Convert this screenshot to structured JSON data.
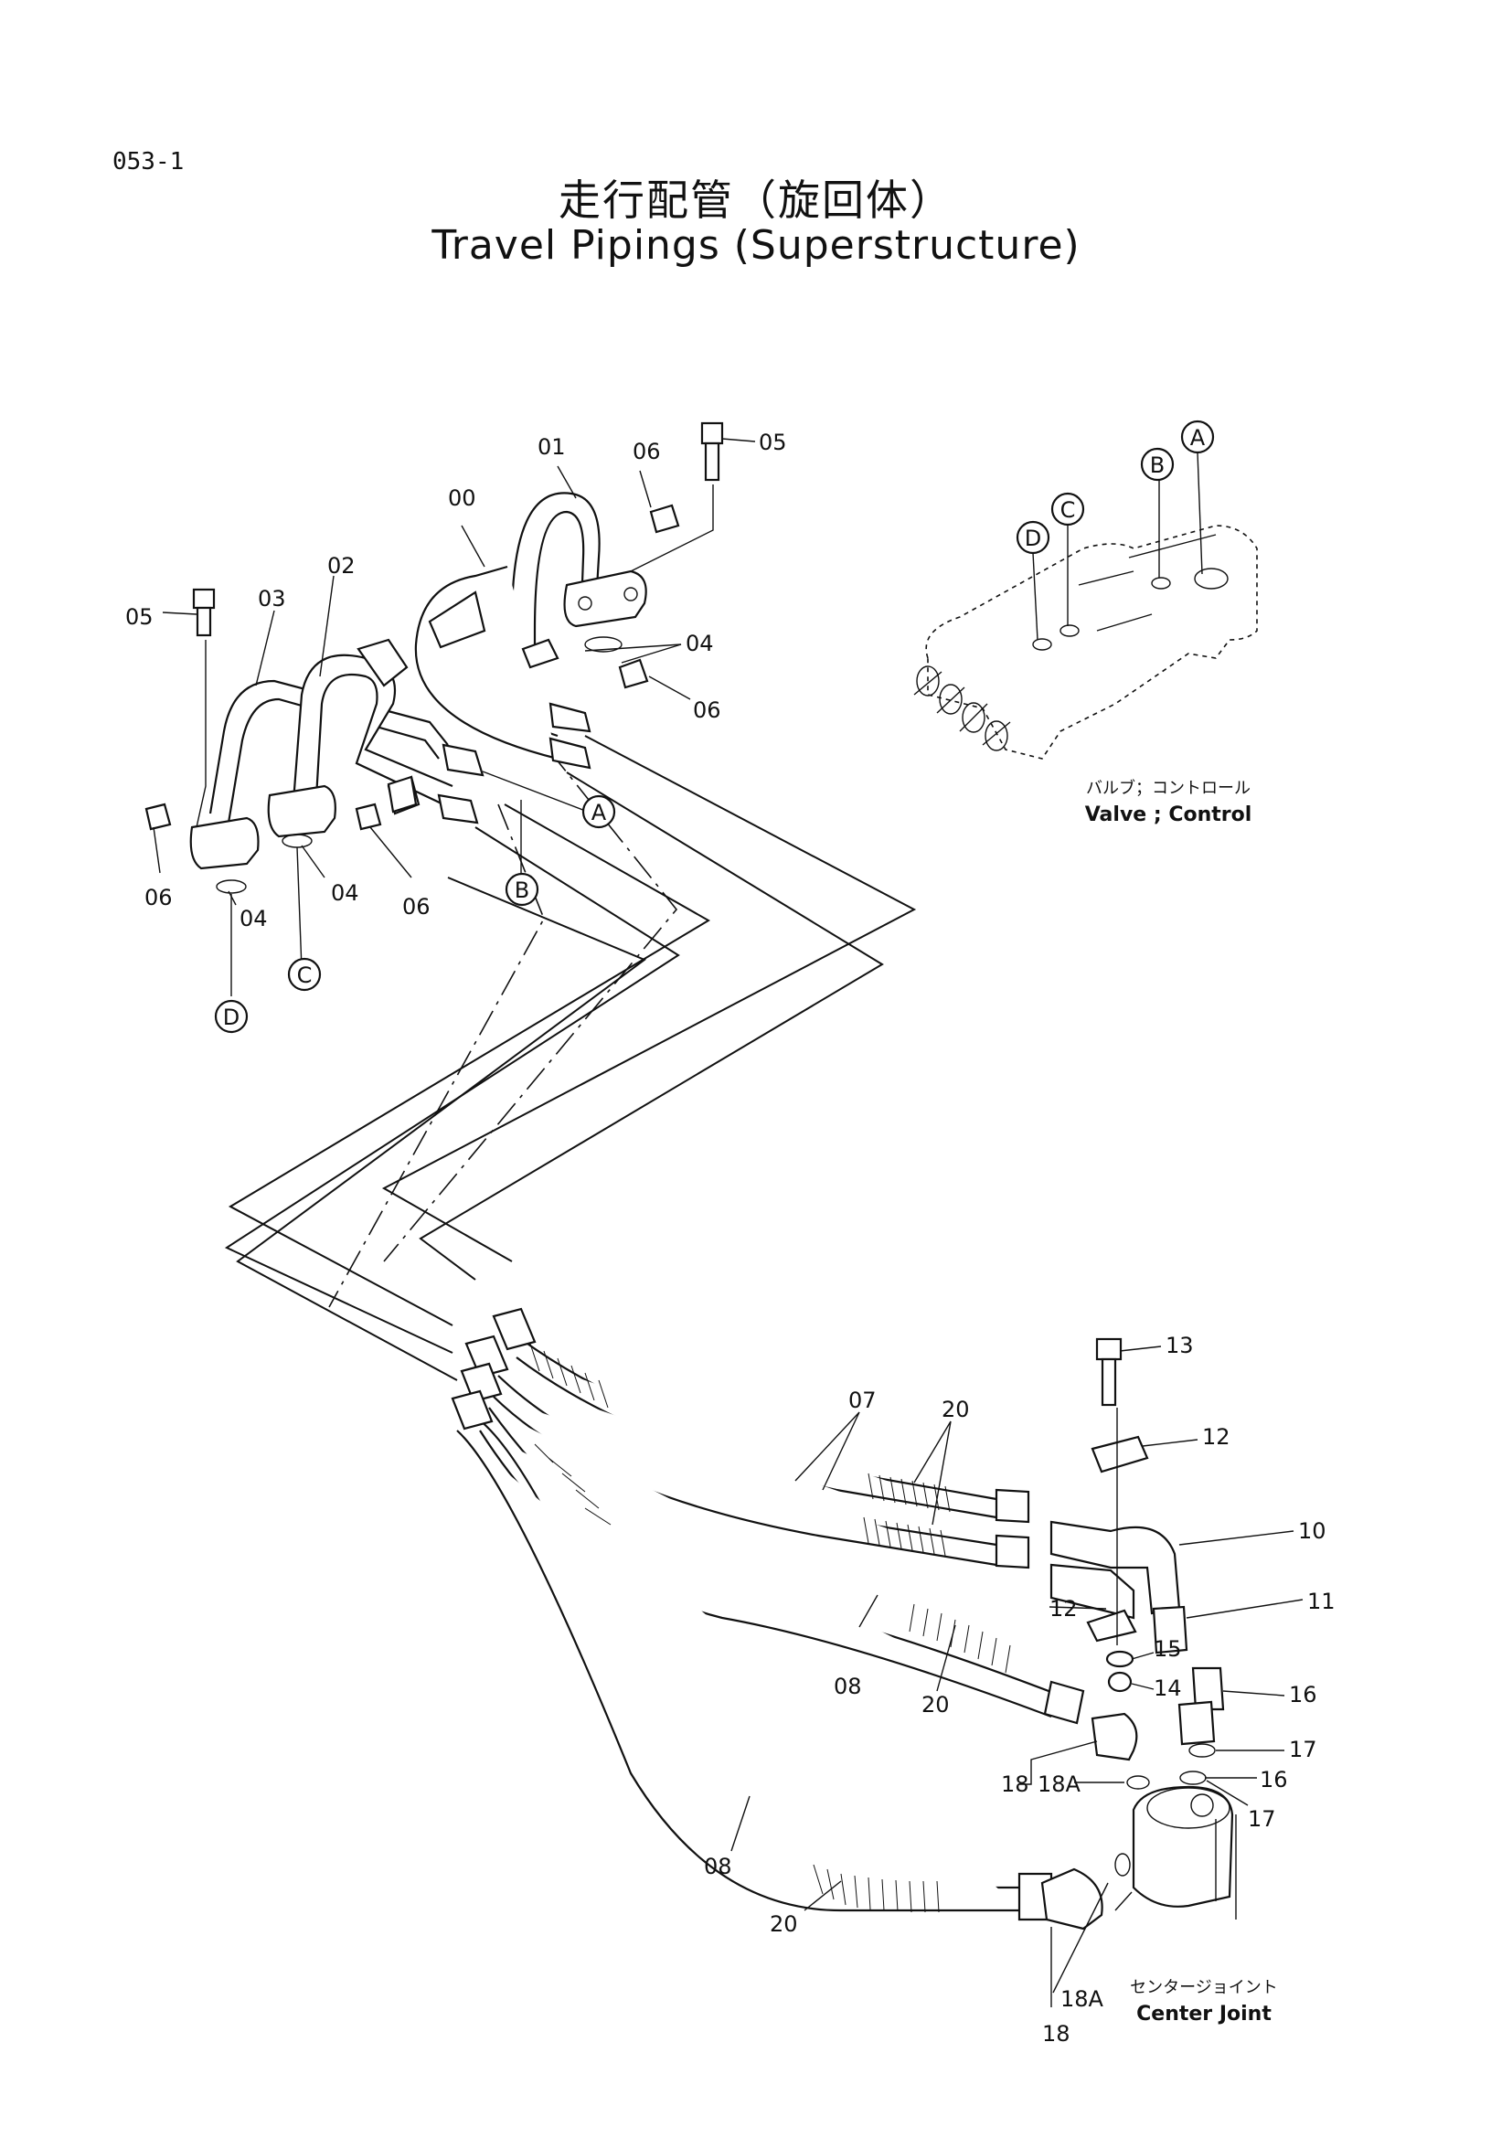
{
  "header": {
    "page_number": "053-1",
    "title_ja": "走行配管（旋回体）",
    "title_en": "Travel Pipings (Superstructure)"
  },
  "captions": {
    "valve_ja": "バルブ；コントロール",
    "valve_en": "Valve ; Control",
    "joint_ja": "センタージョイント",
    "joint_en": "Center Joint"
  },
  "ports": {
    "a": "A",
    "b": "B",
    "c": "C",
    "d": "D"
  },
  "callouts": {
    "p00": "00",
    "p01": "01",
    "p02": "02",
    "p03": "03",
    "p04": "04",
    "p05": "05",
    "p06": "06",
    "p07": "07",
    "p08": "08",
    "p10": "10",
    "p11": "11",
    "p12": "12",
    "p13": "13",
    "p14": "14",
    "p15": "15",
    "p16": "16",
    "p17": "17",
    "p18": "18",
    "p18a": "18A",
    "p20": "20"
  }
}
